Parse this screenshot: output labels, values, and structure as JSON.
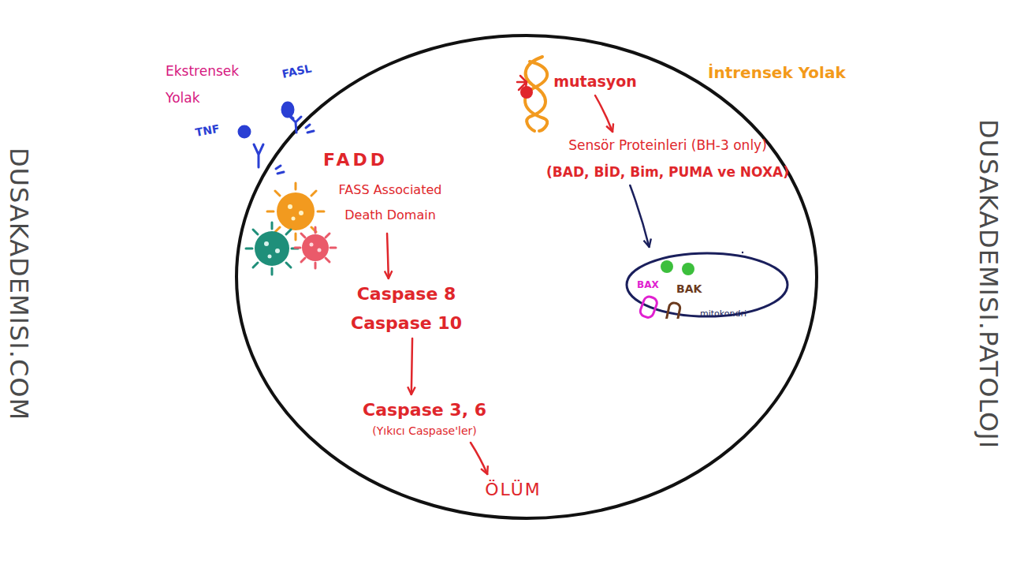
{
  "diagram": {
    "nodes": [
      {
        "text": [
          "FADD",
          "FASS Associated Death Domain"
        ]
      },
      {
        "text": [
          "Caspase 8",
          "Caspase 10"
        ]
      },
      {
        "text": [
          "Caspase 3, 6",
          "(Yıkıcı Caspase'ler)"
        ]
      },
      {
        "text": [
          "ÖLÜM"
        ]
      },
      {
        "text": [
          "mutasyon"
        ]
      },
      {
        "text": [
          "Sensör Proteinleri (BH-3 only)",
          "(BAD, BİD, Bim, PUMA ve NOXA)"
        ]
      },
      {
        "text": [
          "BAX",
          "BAK",
          "mitokondri"
        ]
      }
    ],
    "edges": [
      {
        "from": 0,
        "to": 1,
        "arrow": "to"
      },
      {
        "from": 1,
        "to": 2,
        "arrow": "to"
      },
      {
        "from": 2,
        "to": 3,
        "arrow": "to"
      },
      {
        "from": 4,
        "to": 5,
        "arrow": "to"
      },
      {
        "from": 5,
        "to": 6,
        "arrow": "to"
      }
    ],
    "labels": [
      "Ekstrensek Yolak",
      "İntrensek Yolak",
      "TNF",
      "FASL",
      "DUSAKADEMISI.COM",
      "DUSAKADEMISI.PATOLOJI"
    ]
  }
}
